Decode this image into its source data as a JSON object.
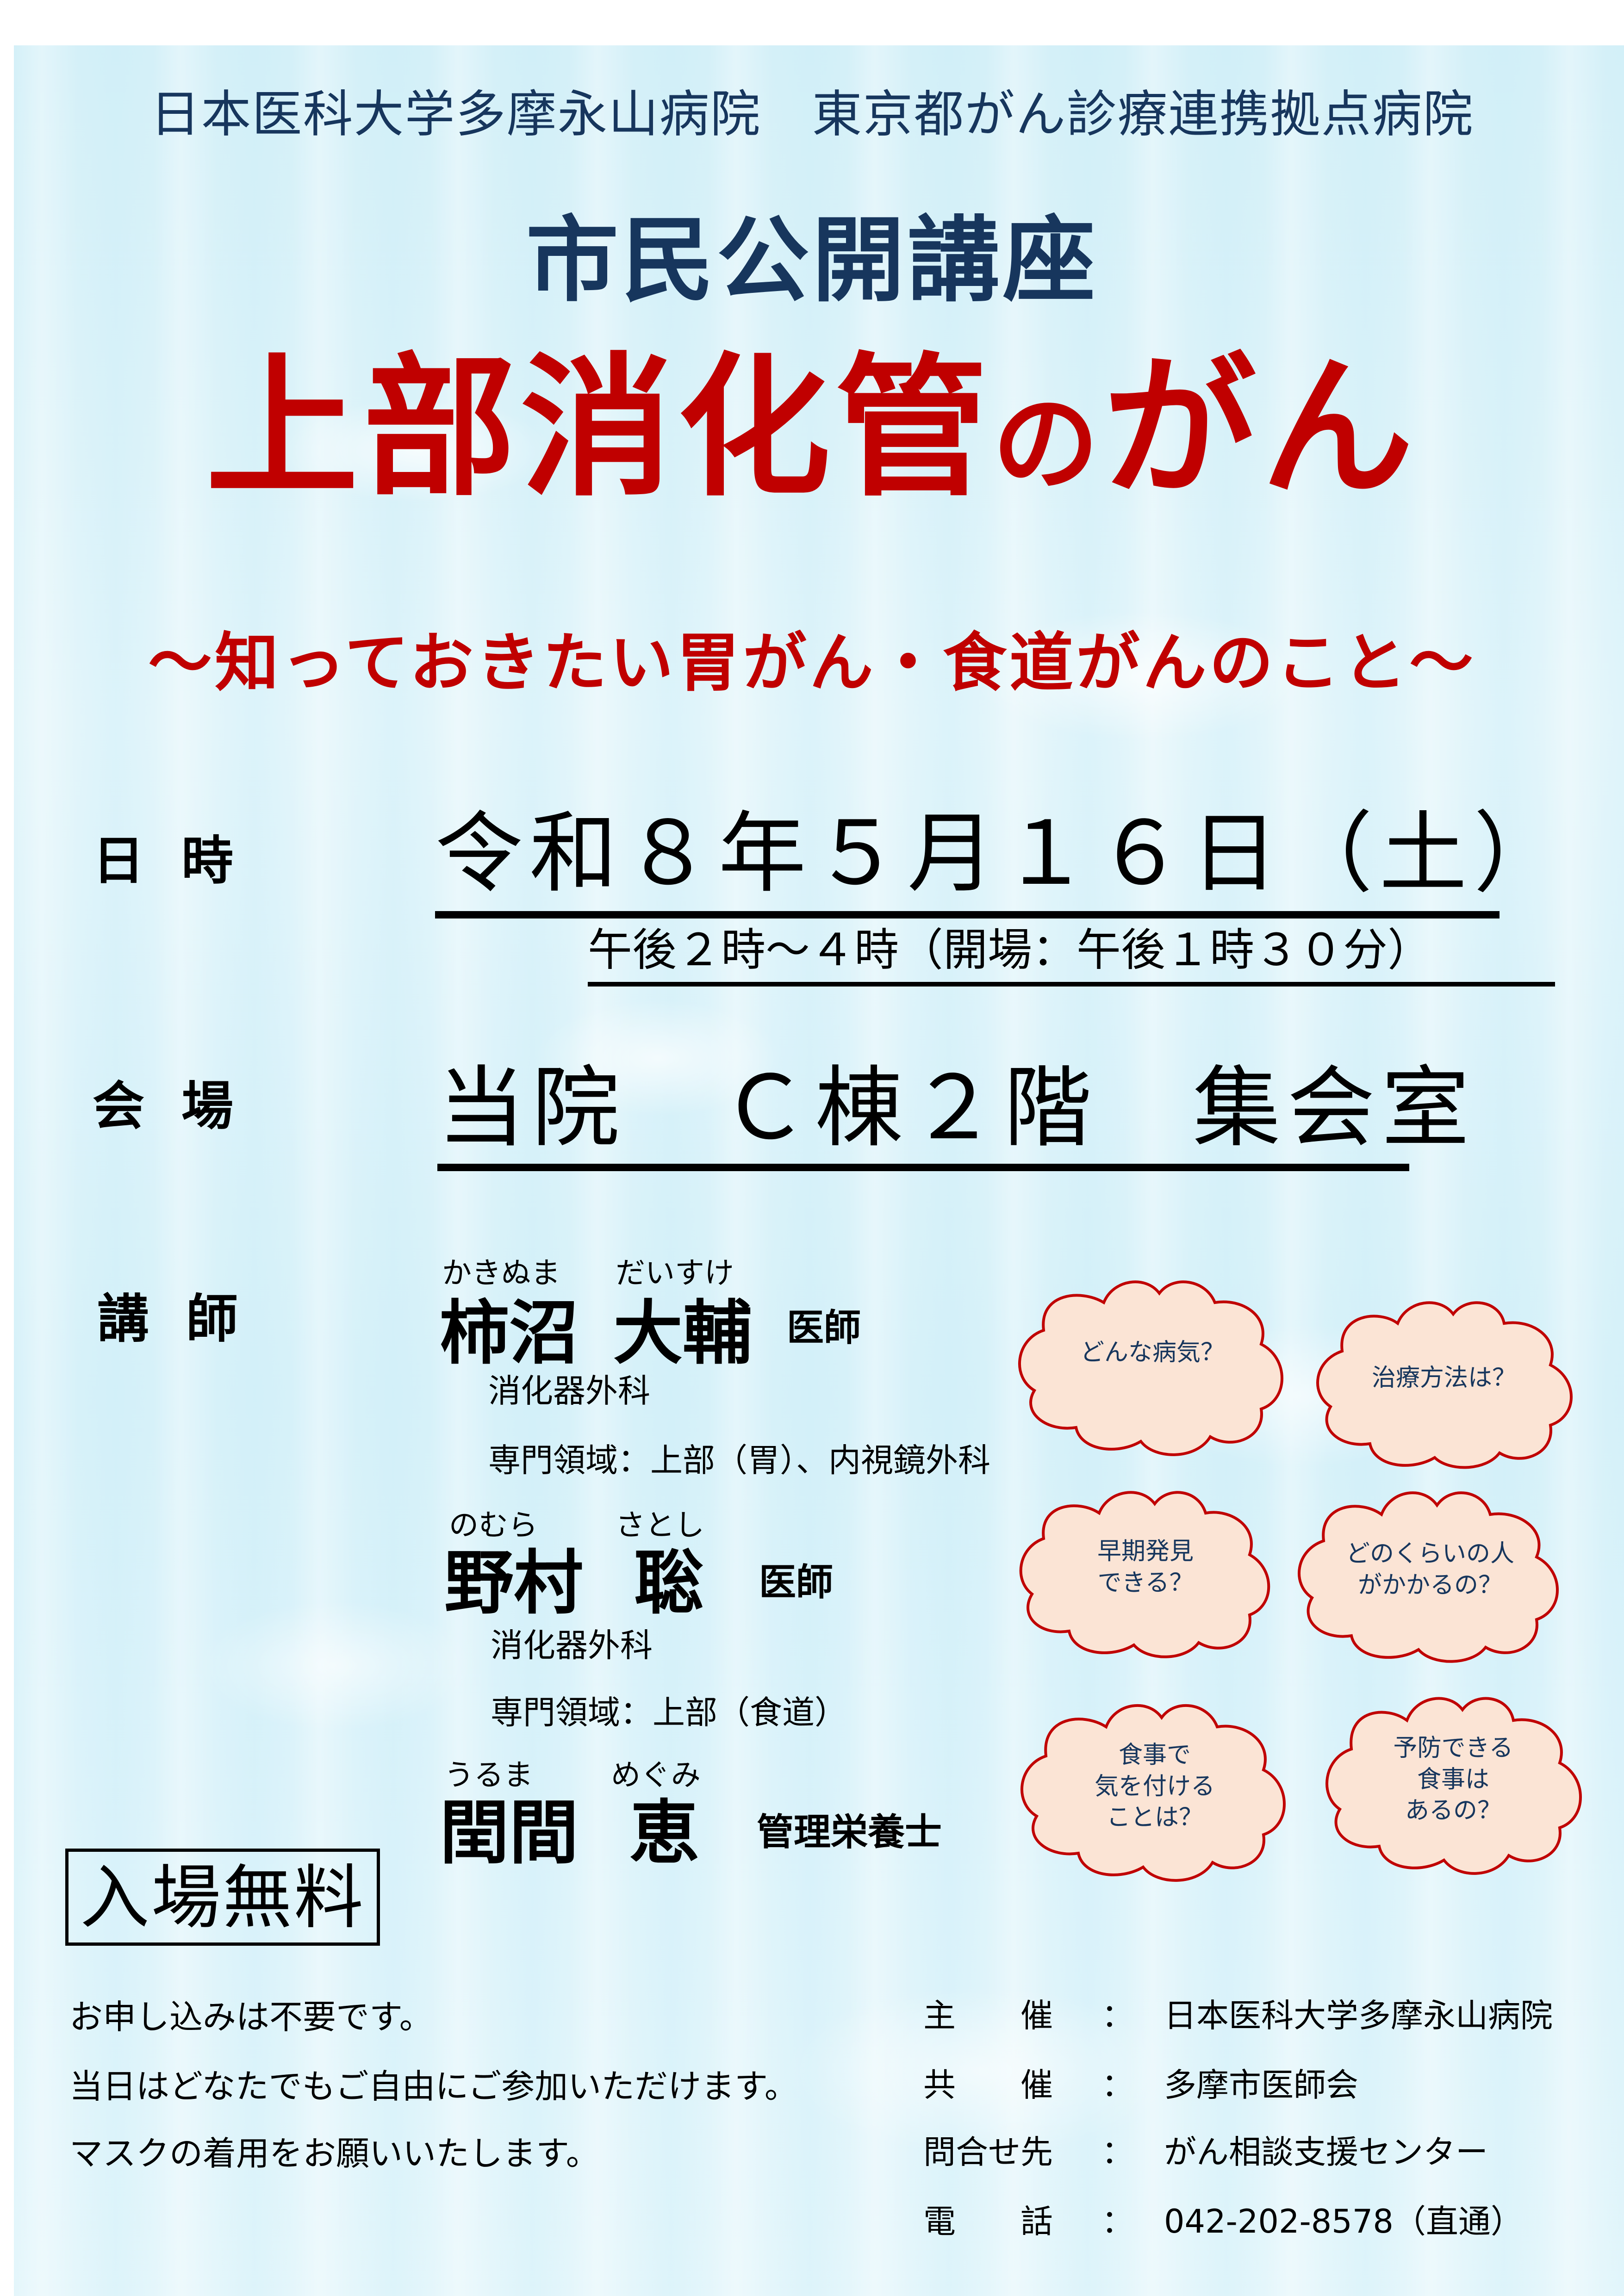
{
  "header": {
    "hospital": "日本医科大学多摩永山病院",
    "designation": "東京都がん診療連携拠点病院"
  },
  "series": "市民公開講座",
  "title": {
    "part1": "上部消化管",
    "particle": "の",
    "part2": "がん"
  },
  "subtitle": "～知っておきたい胃がん・食道がんのこと～",
  "schedule": {
    "label": "日時",
    "date": "令和８年５月１６日（土）",
    "time": "午後２時～４時（開場：午後１時３０分）"
  },
  "venue": {
    "label": "会場",
    "value": "当院　Ｃ棟２階　集会室"
  },
  "lecturers": {
    "label": "講師",
    "items": [
      {
        "family_ruby": "かきぬま",
        "given_ruby": "だいすけ",
        "family": "柿沼",
        "given": "大輔",
        "title": "医師",
        "department": "消化器外科",
        "specialty": "専門領域：上部（胃）、内視鏡外科"
      },
      {
        "family_ruby": "のむら",
        "given_ruby": "さとし",
        "family": "野村",
        "given": "聡",
        "title": "医師",
        "department": "消化器外科",
        "specialty": "専門領域：上部（食道）"
      },
      {
        "family_ruby": "うるま",
        "given_ruby": "めぐみ",
        "family": "閏間",
        "given": "恵",
        "title": "管理栄養士"
      }
    ]
  },
  "question_clouds": [
    {
      "lines": [
        "どんな病気？"
      ]
    },
    {
      "lines": [
        "治療方法は？"
      ]
    },
    {
      "lines": [
        "早期発見",
        "できる？"
      ]
    },
    {
      "lines": [
        "どのくらいの人",
        "がかかるの？"
      ]
    },
    {
      "lines": [
        "食事で",
        "気を付ける",
        "ことは？"
      ]
    },
    {
      "lines": [
        "予防できる",
        "食事は",
        "あるの？"
      ]
    }
  ],
  "admission": "入場無料",
  "notes": [
    "お申し込みは不要です。",
    "当日はどなたでもご自由にご参加いただけます。",
    "マスクの着用をお願いいたします。"
  ],
  "organizer_info": [
    {
      "key": "主　　催",
      "colon": "：",
      "value": "日本医科大学多摩永山病院"
    },
    {
      "key": "共　　催",
      "colon": "：",
      "value": "多摩市医師会"
    },
    {
      "key": "問合せ先",
      "colon": "：",
      "value": "がん相談支援センター"
    },
    {
      "key": "電　　話",
      "colon": "：",
      "value": "042-202-8578（直通）"
    }
  ],
  "colors": {
    "navy": "#17365d",
    "red": "#c00000",
    "cloud_fill": "#fbe4d5",
    "cloud_stroke": "#c00000",
    "background": "#d6f1f9"
  }
}
